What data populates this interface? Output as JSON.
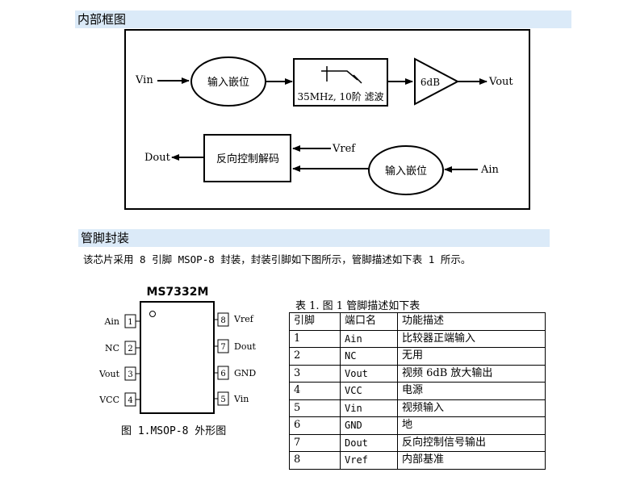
{
  "section1": {
    "title": "内部框图"
  },
  "diagram": {
    "vin": "Vin",
    "clamp1": "输入嵌位",
    "filter": "35MHz, 10阶 滤波",
    "amp": "6dB",
    "vout": "Vout",
    "dout": "Dout",
    "decoder": "反向控制解码",
    "vref": "Vref",
    "clamp2": "输入嵌位",
    "ain": "Ain"
  },
  "section2": {
    "title": "管脚封装",
    "description": "该芯片采用 8 引脚 MSOP-8 封装，封装引脚如下图所示，管脚描述如下表 1 所示。"
  },
  "chip": {
    "name": "MS7332M",
    "left_pins": [
      {
        "num": "1",
        "label": "Ain"
      },
      {
        "num": "2",
        "label": "NC"
      },
      {
        "num": "3",
        "label": "Vout"
      },
      {
        "num": "4",
        "label": "VCC"
      }
    ],
    "right_pins": [
      {
        "num": "8",
        "label": "Vref"
      },
      {
        "num": "7",
        "label": "Dout"
      },
      {
        "num": "6",
        "label": "GND"
      },
      {
        "num": "5",
        "label": "Vin"
      }
    ],
    "caption": "图 1.MSOP-8 外形图"
  },
  "table": {
    "caption": "表 1. 图 1 管脚描述如下表",
    "headers": [
      "引脚",
      "端口名",
      "功能描述"
    ],
    "rows": [
      [
        "1",
        "Ain",
        "比较器正端输入"
      ],
      [
        "2",
        "NC",
        "无用"
      ],
      [
        "3",
        "Vout",
        "视频 6dB 放大输出"
      ],
      [
        "4",
        "VCC",
        "电源"
      ],
      [
        "5",
        "Vin",
        "视频输入"
      ],
      [
        "6",
        "GND",
        "地"
      ],
      [
        "7",
        "Dout",
        "反向控制信号输出"
      ],
      [
        "8",
        "Vref",
        "内部基准"
      ]
    ]
  }
}
